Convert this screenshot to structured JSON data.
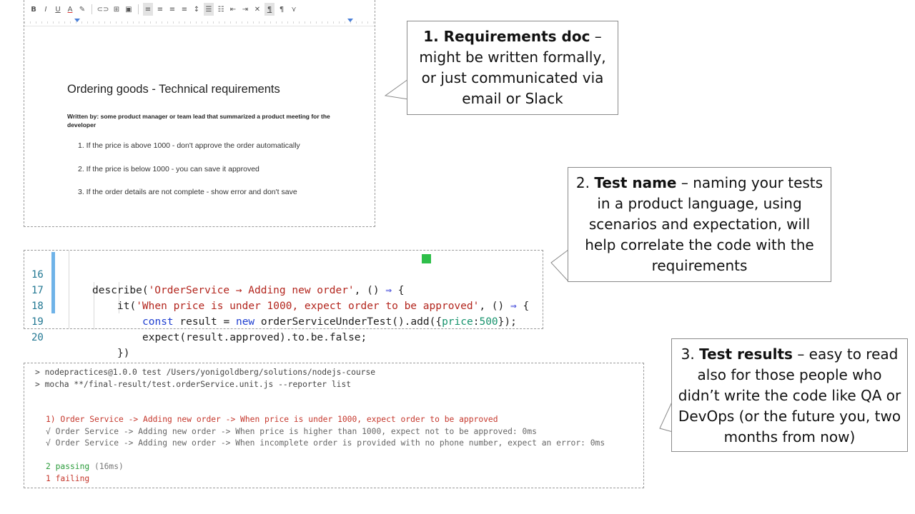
{
  "doc": {
    "toolbar": [
      "B",
      "I",
      "U",
      "A",
      "✎",
      "⊂⊃",
      "⊞",
      "▣",
      "≡",
      "≡",
      "≡",
      "≡",
      "↕",
      "☰",
      "☷",
      "⇤",
      "⇥",
      "✕",
      "¶",
      "¶",
      "⋎"
    ],
    "title": "Ordering goods - Technical requirements",
    "byline": "Written by: some product manager or team lead that summarized a product meeting for the developer",
    "items": [
      "1.  If the price is above 1000 - don't approve the order automatically",
      "2.  If the price is below 1000 - you can save it approved",
      "3.  If the order details are not complete - show error and don't save"
    ]
  },
  "callouts": {
    "requirements": {
      "bold": "1. Requirements doc",
      "rest": " – might be written formally, or just communicated via email or Slack"
    },
    "test_name": {
      "prefix": "2. ",
      "bold": "Test name",
      "rest": " – naming your tests in a product language, using scenarios and expectation, will help correlate the code with the requirements"
    },
    "test_results": {
      "prefix": "3. ",
      "bold": "Test results",
      "rest": " – easy to read also for those people who didn’t write the code like QA or DevOps (or the future you, two months from now)"
    }
  },
  "code": {
    "line_numbers": [
      "16",
      "17",
      "18",
      "19",
      "20"
    ],
    "line16": {
      "fn": "describe(",
      "str": "'OrderService → Adding new order'",
      "rest": ", () ",
      "arrow": "⇒",
      "end": " {"
    },
    "line17": {
      "fn": "it(",
      "str": "'When price is under 1000, expect order to be approved'",
      "rest": ", () ",
      "arrow": "⇒",
      "end": " {"
    },
    "line18": {
      "kw1": "const",
      "mid1": " result = ",
      "kw2": "new",
      "mid2": " orderServiceUnderTest().add({",
      "prop": "price",
      "colon": ":",
      "num": "500",
      "end": "});"
    },
    "line19": "expect(result.approved).to.be.false;",
    "line20": "})",
    "status_color": "#2fbf4a"
  },
  "terminal": {
    "cmd1": "> nodepractices@1.0.0 test /Users/yonigoldberg/solutions/nodejs-course",
    "cmd2": "> mocha **/final-result/test.orderService.unit.js --reporter list",
    "fail1": "1) Order Service -> Adding new order -> When price is under 1000, expect order to be approved",
    "pass1": "√ Order Service -> Adding new order -> When price is higher than 1000, expect not to be approved: 0ms",
    "pass2": "√ Order Service -> Adding new order -> When incomplete order is provided with no phone number, expect an error: 0ms",
    "passing": "2 passing",
    "passing_time": " (16ms)",
    "failing": "1 failing"
  }
}
